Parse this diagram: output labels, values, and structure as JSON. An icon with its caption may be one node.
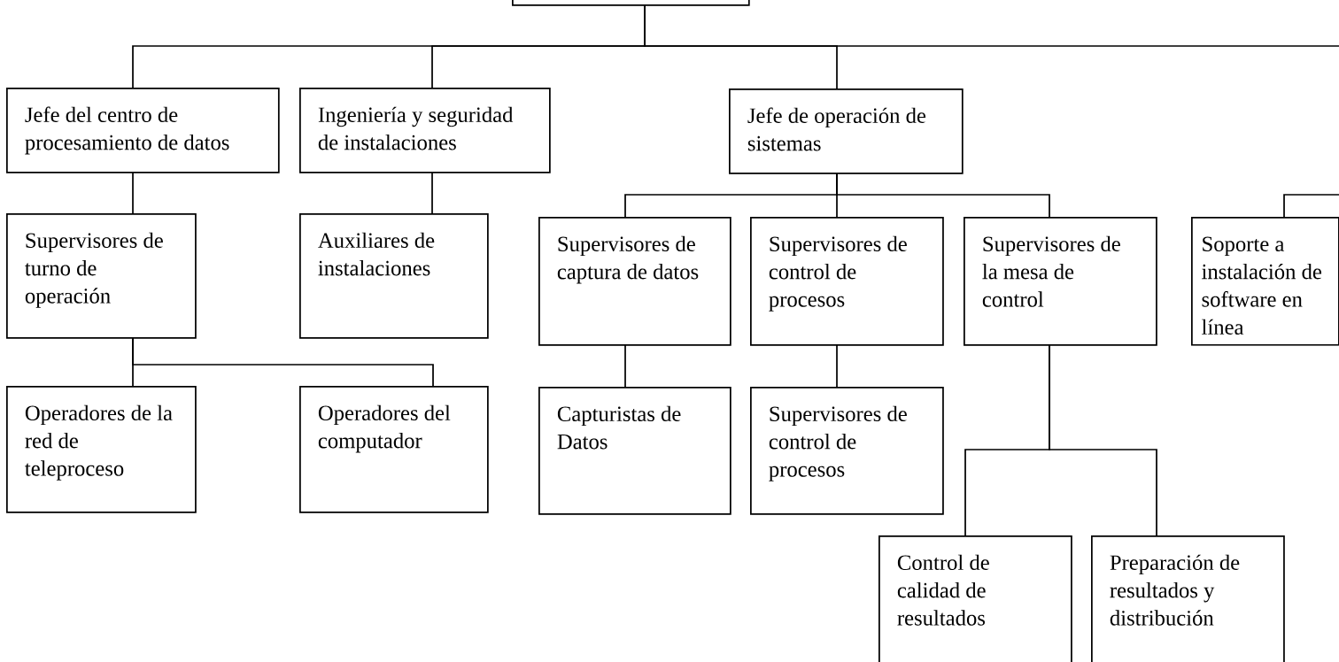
{
  "diagram": {
    "nodes": [
      {
        "text": [],
        "shape": "box"
      },
      {
        "text": [
          "Jefe del centro de procesamiento de datos"
        ]
      },
      {
        "text": [
          "Ingeniería y seguridad de instalaciones"
        ]
      },
      {
        "text": [
          "Jefe de operación de sistemas"
        ]
      },
      {
        "text": [
          "Supervisores de turno de operación"
        ]
      },
      {
        "text": [
          "Auxiliares de instalaciones"
        ]
      },
      {
        "text": [
          "Supervisores de captura de datos"
        ]
      },
      {
        "text": [
          "Supervisores de control de procesos"
        ]
      },
      {
        "text": [
          "Supervisores de la mesa de control"
        ]
      },
      {
        "text": [
          "Soporte a instalación de software en línea"
        ]
      },
      {
        "text": [
          "Operadores de la red de teleproceso"
        ]
      },
      {
        "text": [
          "Operadores del computador"
        ]
      },
      {
        "text": [
          "Capturistas de Datos"
        ]
      },
      {
        "text": [
          "Supervisores de control de procesos"
        ]
      },
      {
        "text": [
          "Control de calidad de resultados"
        ]
      },
      {
        "text": [
          "Preparación de resultados y distribución"
        ]
      }
    ],
    "edges": [
      {
        "from": 0,
        "to": 1,
        "arrow": "none"
      },
      {
        "from": 0,
        "to": 2,
        "arrow": "none"
      },
      {
        "from": 0,
        "to": 3,
        "arrow": "none"
      },
      {
        "from": 0,
        "to": null,
        "arrow": "none"
      },
      {
        "from": 1,
        "to": 4,
        "arrow": "none"
      },
      {
        "from": 2,
        "to": 5,
        "arrow": "none"
      },
      {
        "from": 3,
        "to": 6,
        "arrow": "none"
      },
      {
        "from": 3,
        "to": 7,
        "arrow": "none"
      },
      {
        "from": 3,
        "to": 8,
        "arrow": "none"
      },
      {
        "from": null,
        "to": 9,
        "arrow": "none"
      },
      {
        "from": 4,
        "to": 10,
        "arrow": "none"
      },
      {
        "from": 4,
        "to": 11,
        "arrow": "none"
      },
      {
        "from": 6,
        "to": 12,
        "arrow": "none"
      },
      {
        "from": 7,
        "to": 13,
        "arrow": "none"
      },
      {
        "from": 8,
        "to": 14,
        "arrow": "none"
      },
      {
        "from": 8,
        "to": 15,
        "arrow": "none"
      }
    ]
  }
}
